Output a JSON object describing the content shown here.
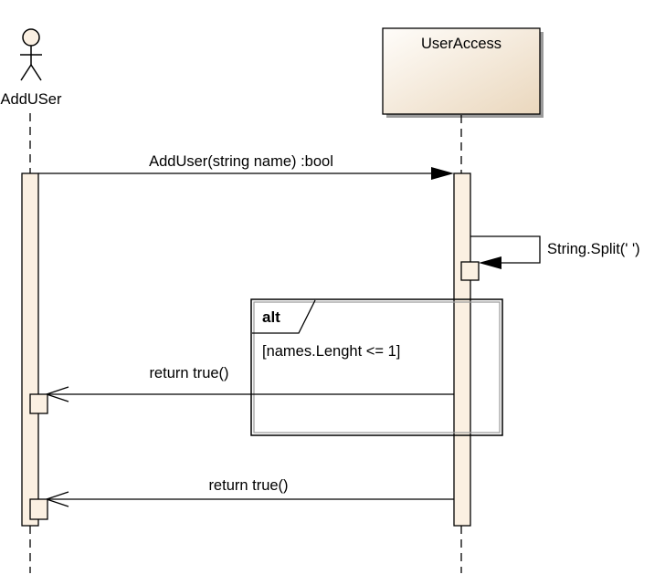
{
  "colors": {
    "participant_fill_light": "#fffdfa",
    "participant_fill_dark": "#ead7bd",
    "activation_fill": "#fbf0e2",
    "stroke": "#000000",
    "shadow": "#9a9a9a"
  },
  "actor": {
    "name": "AddUSer",
    "icon": "stick-figure-actor-icon"
  },
  "participant": {
    "name": "UserAccess"
  },
  "messages": {
    "add_user": "AddUser(string name) :bool",
    "split": "String.Split(' ')",
    "return_inner": "return true()",
    "return_outer": "return true()"
  },
  "fragment": {
    "operator": "alt",
    "guard": "[names.Lenght <= 1]"
  }
}
